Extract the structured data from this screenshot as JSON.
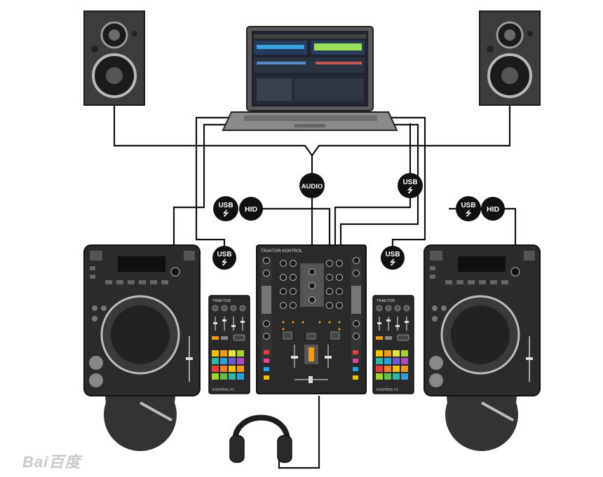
{
  "labels": {
    "audio": "AUDIO",
    "usb": "USB",
    "hid": "HID",
    "mixer_brand": "TRAKTOR KONTROL",
    "controller_brand": "TRAKTOR",
    "controller_model": "KONTROL F1",
    "watermark": "Bai百度"
  },
  "colors": {
    "device": "#2a2a2a",
    "panel": "#3a3a3a",
    "cable": "#111111",
    "badge": "#111111",
    "speaker": "#4a4a4a",
    "pad_colors": [
      "#f2c300",
      "#f39a1c",
      "#e6e23a",
      "#a3d32f",
      "#60c14a",
      "#34b6a6",
      "#2fa0dc",
      "#6e5bd1",
      "#b04ac4",
      "#e04a8e",
      "#e5413a",
      "#f27d2a"
    ],
    "mixer_accent": "#f39a1c"
  }
}
